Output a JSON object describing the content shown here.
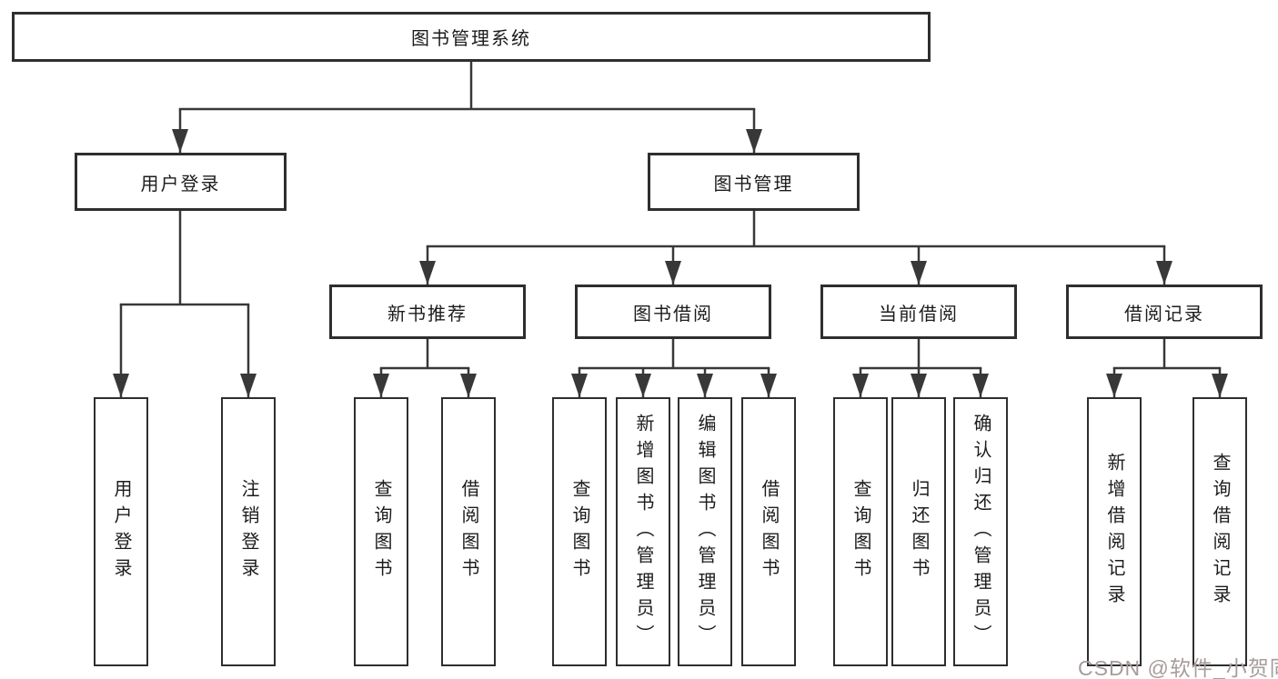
{
  "diagram": {
    "root": {
      "label": "图书管理系统"
    },
    "level2": [
      {
        "id": "user-login",
        "label": "用户登录",
        "children": [
          {
            "label": "用户登录"
          },
          {
            "label": "注销登录"
          }
        ]
      },
      {
        "id": "book-management",
        "label": "图书管理",
        "children": [
          {
            "id": "new-book-recommend",
            "label": "新书推荐",
            "children": [
              {
                "label": "查询图书"
              },
              {
                "label": "借阅图书"
              }
            ]
          },
          {
            "id": "book-borrow",
            "label": "图书借阅",
            "children": [
              {
                "label": "查询图书"
              },
              {
                "label": "新增图书（管理员）"
              },
              {
                "label": "编辑图书（管理员）"
              },
              {
                "label": "借阅图书"
              }
            ]
          },
          {
            "id": "current-borrow",
            "label": "当前借阅",
            "children": [
              {
                "label": "查询图书"
              },
              {
                "label": "归还图书"
              },
              {
                "label": "确认归还（管理员）"
              }
            ]
          },
          {
            "id": "borrow-records",
            "label": "借阅记录",
            "children": [
              {
                "label": "新增借阅记录"
              },
              {
                "label": "查询借阅记录"
              }
            ]
          }
        ]
      }
    ],
    "colors": {
      "line": "#383838",
      "box_border": "#2e2e2e",
      "text": "#1c1c1c",
      "background": "#ffffff"
    }
  },
  "watermark": {
    "text": "CSDN @软件_小贺同学",
    "color": "#a89b9b"
  }
}
